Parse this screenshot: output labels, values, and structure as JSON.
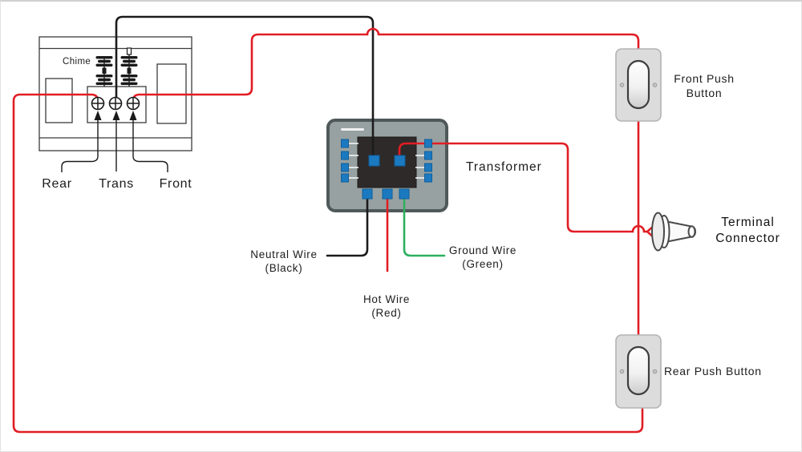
{
  "colors": {
    "wire_red": "#e11d24",
    "wire_black": "#1c1c1c",
    "wire_green": "#2db05f",
    "outline_gray": "#3b3b3b",
    "outline_dark": "#1a1a1a",
    "terminal_blue": "#1b79c0",
    "terminal_blue_border": "#0e5f9c",
    "transformer_body": "#97a1a1",
    "transformer_border": "#50595a",
    "transformer_core": "#2e2a2a",
    "button_plate": "#dcdcdc",
    "button_plate_border": "#b3b3b3",
    "connector_outline": "#4a4a4a",
    "label_color": "#1c1c1c"
  },
  "chime": {
    "label": "Chime",
    "terminals": [
      {
        "label": "Rear"
      },
      {
        "label": "Trans"
      },
      {
        "label": "Front"
      }
    ]
  },
  "transformer": {
    "label": "Transformer"
  },
  "buttons": {
    "front": {
      "line1": "Front Push",
      "line2": "Button"
    },
    "rear": {
      "label": "Rear Push Button"
    }
  },
  "connector": {
    "line1": "Terminal",
    "line2": "Connector"
  },
  "wires": {
    "neutral": {
      "line1": "Neutral Wire",
      "line2": "(Black)"
    },
    "hot": {
      "line1": "Hot Wire",
      "line2": "(Red)"
    },
    "ground": {
      "line1": "Ground Wire",
      "line2": "(Green)"
    }
  }
}
